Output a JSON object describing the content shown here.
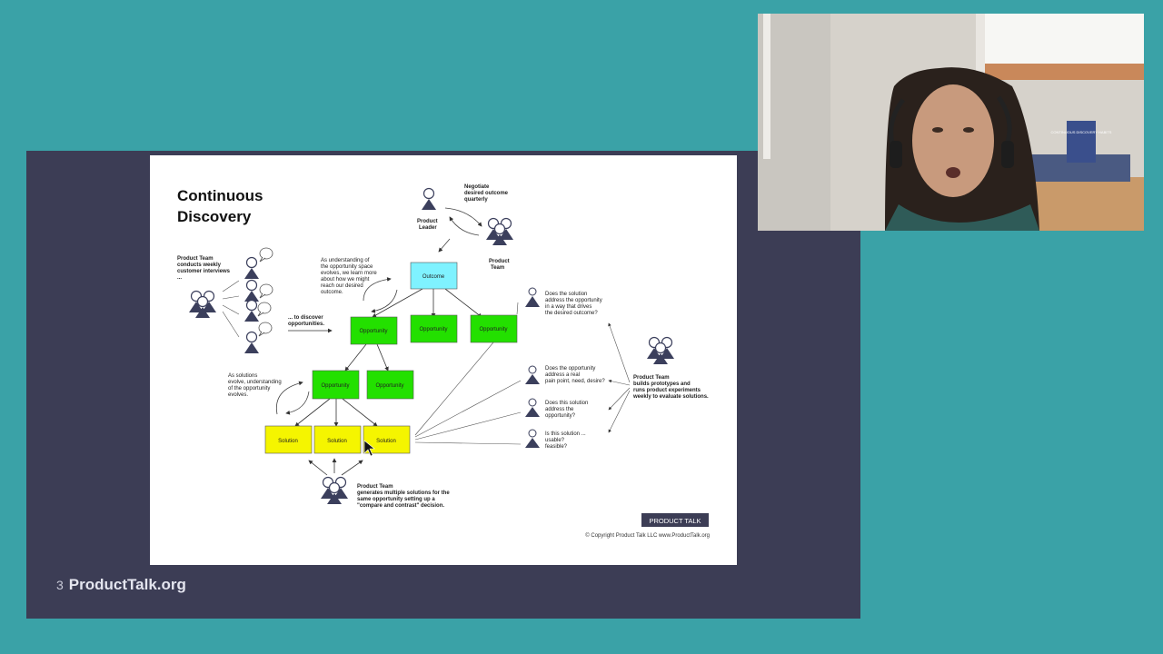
{
  "footer": {
    "slide_number": "3",
    "brand": "ProductTalk.org"
  },
  "slide": {
    "title_line1": "Continuous",
    "title_line2": "Discovery",
    "leader_note": [
      "Negotiate",
      "desired outcome",
      "quarterly"
    ],
    "product_leader_label": [
      "Product",
      "Leader"
    ],
    "product_team_label": [
      "Product",
      "Team"
    ],
    "interviews_note": [
      "Product Team",
      "conducts weekly",
      "customer interviews",
      "..."
    ],
    "discover_note": [
      "... to discover",
      "opportunities."
    ],
    "opportunity_space_note": [
      "As understanding of",
      "the opportunity space",
      "evolves, we learn more",
      "about how we might",
      "reach our desired",
      "outcome."
    ],
    "solutions_evolve_note": [
      "As solutions",
      "evolve, understanding",
      "of the opportunity",
      "evolves."
    ],
    "outcome_label": "Outcome",
    "opportunity_label": "Opportunity",
    "solution_label": "Solution",
    "question1": [
      "Does the solution",
      "address the opportunity",
      "in a way that drives",
      "the desired outcome?"
    ],
    "question2": [
      "Does the opportunity",
      "address a real",
      "pain point, need, desire?"
    ],
    "question3": [
      "Does this solution",
      "address the",
      "opportunity?"
    ],
    "question4": [
      "Is this solution ...",
      "usable?",
      "feasible?"
    ],
    "experiments_note": [
      "Product Team",
      "builds prototypes and",
      "runs product experiments",
      "weekly to evaluate solutions."
    ],
    "multiple_solutions_note": [
      "Product Team",
      "generates multiple solutions for the",
      "same opportunity setting up a",
      "\"compare and contrast\" decision."
    ],
    "badge": "PRODUCT TALK",
    "copyright": "© Copyright Product Talk LLC www.ProductTalk.org"
  },
  "webcam": {
    "book_title": "CONTINUOUS DISCOVERY HABITS"
  },
  "colors": {
    "teal_bg": "#3aa2a7",
    "panel": "#3c3d55",
    "outcome": "#7ff2ff",
    "opportunity": "#23e000",
    "solution": "#f5f500",
    "figure": "#3b3f5c"
  }
}
